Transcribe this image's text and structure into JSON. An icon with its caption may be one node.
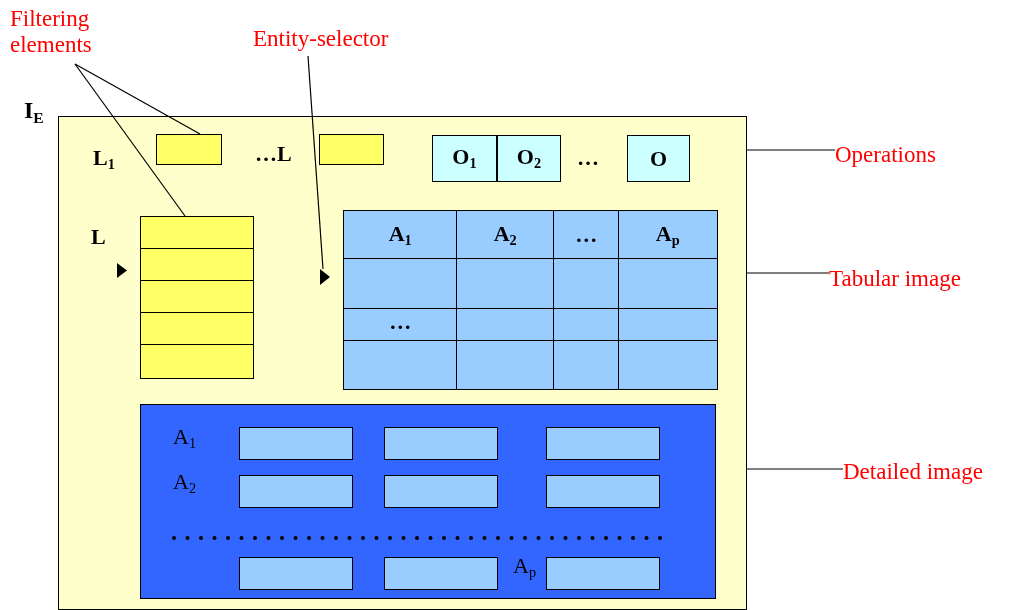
{
  "diagram": {
    "nodes": [
      {
        "text": [
          "I$_{E}$"
        ]
      },
      {
        "text": [
          "Filtering elements"
        ]
      },
      {
        "text": [
          "Entity-selector"
        ]
      },
      {
        "text": [],
        "shape": "box",
        "in": 0
      },
      {
        "text": [],
        "shape": "box",
        "in": 0
      },
      {
        "text": [
          "O$_{1}$"
        ],
        "in": 0
      },
      {
        "text": [
          "O$_{2}$"
        ],
        "in": 0
      },
      {
        "text": [
          "O"
        ],
        "in": 0
      },
      {
        "text": [],
        "shape": "box",
        "in": 0
      },
      {
        "text": [],
        "shape": "triangle",
        "in": 0
      },
      {
        "text": [],
        "shape": "triangle",
        "in": 0
      },
      {
        "text": [
          "A$_{1}$",
          "A$_{2}$",
          "…",
          "A$_{p}$",
          "…"
        ],
        "in": 0
      },
      {
        "text": [
          "A$_{1}$",
          "A$_{2}$",
          "A$_{p}$"
        ],
        "in": 0
      },
      {
        "text": [],
        "shape": "box",
        "in": 12
      },
      {
        "text": [],
        "shape": "box",
        "in": 12
      },
      {
        "text": [],
        "shape": "box",
        "in": 12
      },
      {
        "text": [],
        "shape": "box",
        "in": 12
      },
      {
        "text": [],
        "shape": "box",
        "in": 12
      },
      {
        "text": [],
        "shape": "box",
        "in": 12
      },
      {
        "text": [],
        "shape": "box",
        "in": 12
      },
      {
        "text": [],
        "shape": "box",
        "in": 12
      },
      {
        "text": [],
        "shape": "box",
        "in": 12
      },
      {
        "text": [
          "Operations"
        ]
      },
      {
        "text": [
          "Tabular image"
        ]
      },
      {
        "text": [
          "Detailed image"
        ]
      }
    ],
    "edges": [
      {
        "from": 1,
        "to": 3,
        "arrow": "none"
      },
      {
        "from": 1,
        "to": 8,
        "arrow": "none"
      },
      {
        "from": 2,
        "to": 10,
        "arrow": "none"
      },
      {
        "from": 22,
        "to": 0,
        "arrow": "none"
      },
      {
        "from": 23,
        "to": 0,
        "arrow": "none"
      },
      {
        "from": 24,
        "to": 0,
        "arrow": "none"
      }
    ],
    "labels": [
      "L$_{1}$",
      "…L",
      "…",
      "L"
    ]
  }
}
